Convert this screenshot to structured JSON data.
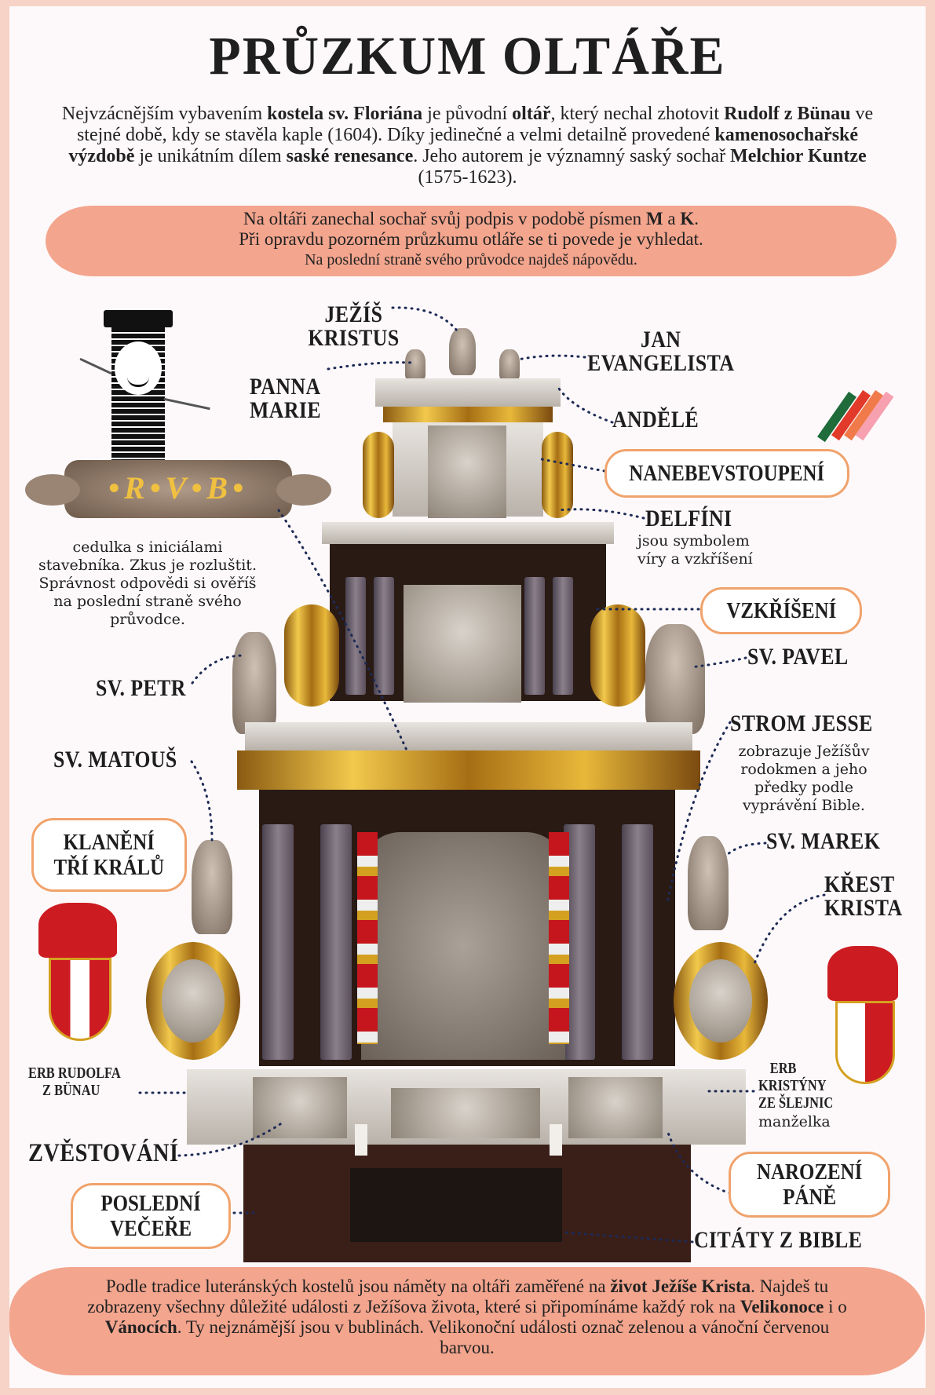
{
  "title": "PRŮZKUM OLTÁŘE",
  "intro": {
    "parts": [
      {
        "t": "Nejvzácnějším vybavením ",
        "b": false
      },
      {
        "t": "kostela sv. Floriána",
        "b": true
      },
      {
        "t": " je původní ",
        "b": false
      },
      {
        "t": "oltář",
        "b": true
      },
      {
        "t": ", který nechal zhotovit ",
        "b": false
      },
      {
        "t": "Rudolf z Bünau",
        "b": true
      },
      {
        "t": " ve stejné době, kdy se stavěla kaple (1604). Díky jedinečné a velmi detailně provedené ",
        "b": false
      },
      {
        "t": "kamenosochařské výzdobě",
        "b": true
      },
      {
        "t": " je unikátním dílem ",
        "b": false
      },
      {
        "t": "saské renesance",
        "b": true
      },
      {
        "t": ". Jeho autorem je významný saský sochař ",
        "b": false
      },
      {
        "t": "Melchior Kuntze",
        "b": true
      },
      {
        "t": " (1575-1623).",
        "b": false
      }
    ]
  },
  "hint_bubble": {
    "line1_a": "Na oltáři zanechal sochař svůj podpis v podobě písmen ",
    "m": "M",
    "and": " a ",
    "k": "K",
    "dot": ".",
    "line2": "Při opravdu pozorném průzkumu otláře se ti povede je vyhledat.",
    "line3": "Na poslední straně svého průvodce najdeš nápovědu."
  },
  "plaque": {
    "letters": "•R•V•B•",
    "caption": [
      "cedulka s iniciálami",
      "stavebníka. Zkus je rozluštit.",
      "Správnost odpovědi si ověříš",
      "na poslední straně svého",
      "průvodce."
    ]
  },
  "labels": {
    "jezis": [
      "JEŽÍŠ",
      "KRISTUS"
    ],
    "jan": [
      "JAN",
      "EVANGELISTA"
    ],
    "panna": [
      "PANNA",
      "MARIE"
    ],
    "andele": "ANDĚLÉ",
    "nanebevstoupeni": "NANEBEVSTOUPENÍ",
    "delfini": "DELFÍNI",
    "delfini_sub": [
      "jsou symbolem",
      "víry a vzkříšení"
    ],
    "vzkriseni": "VZKŘÍŠENÍ",
    "pavel": "SV. PAVEL",
    "petr": "SV. PETR",
    "strom": "STROM JESSE",
    "strom_sub": [
      "zobrazuje Ježíšův",
      "rodokmen a jeho",
      "předky podle",
      "vyprávění Bible."
    ],
    "matous": "SV. MATOUŠ",
    "klaneni": [
      "KLANĚNÍ",
      "TŘÍ KRÁLŮ"
    ],
    "marek": "SV. MAREK",
    "krest": [
      "KŘEST",
      "KRISTA"
    ],
    "erb_rudolf": [
      "ERB RUDOLFA",
      "Z BÜNAU"
    ],
    "erb_kristyna": [
      "ERB",
      "KRISTÝNY",
      "ZE ŠLEJNIC"
    ],
    "erb_kristyna_sub": "manželka",
    "zvestovani": "ZVĚSTOVÁNÍ",
    "narozeni": [
      "NAROZENÍ",
      "PÁNĚ"
    ],
    "posledni": [
      "POSLEDNÍ",
      "VEČEŘE"
    ],
    "citaty": "CITÁTY Z BIBLE"
  },
  "bottom_bubble": {
    "parts": [
      {
        "t": "Podle tradice luteránských kostelů jsou náměty na oltáři zaměřené na ",
        "b": false
      },
      {
        "t": "život Ježíše Krista",
        "b": true
      },
      {
        "t": ". Najdeš tu zobrazeny všechny důležité události z Ježíšova života, které si připomínáme každý rok na ",
        "b": false
      },
      {
        "t": "Velikonoce",
        "b": true
      },
      {
        "t": " i o ",
        "b": false
      },
      {
        "t": "Vánocích",
        "b": true
      },
      {
        "t": ". Ty nejznámější jsou v bublinách. Velikonoční události označ zelenou a vánoční červenou barvou.",
        "b": false
      }
    ]
  },
  "colors": {
    "bubble": "#f3a58e",
    "pill_border": "#f0a36c",
    "border": "#f6d3c6"
  }
}
